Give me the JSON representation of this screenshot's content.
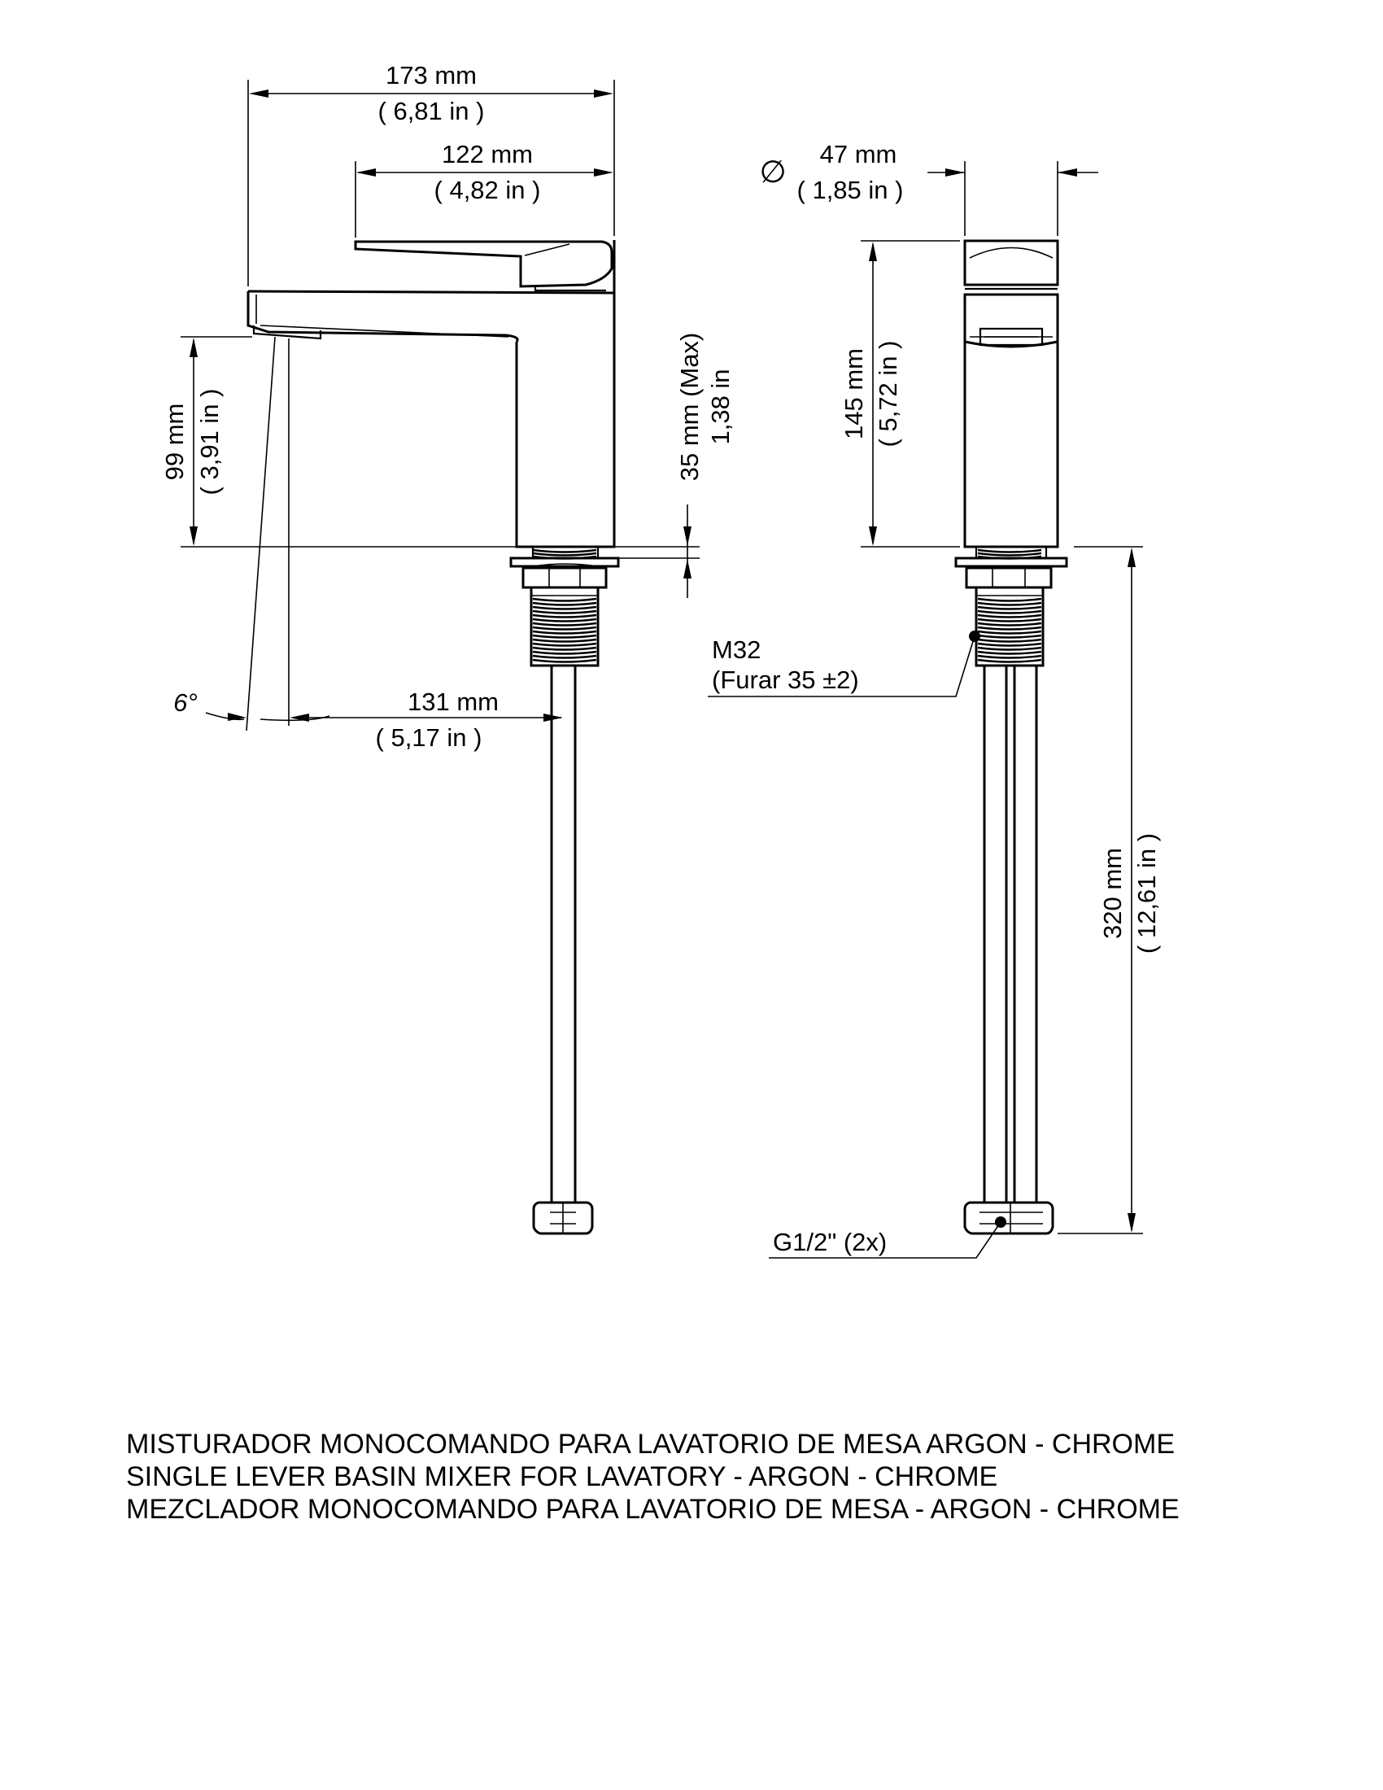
{
  "side_view": {
    "width_total": {
      "mm": "173 mm",
      "in": "( 6,81 in )"
    },
    "lever_length": {
      "mm": "122 mm",
      "in": "( 4,82 in )"
    },
    "spout_height": {
      "mm": "99 mm",
      "in": "( 3,91 in )"
    },
    "deck_thickness": {
      "mm": "35 mm (Max)",
      "in": "1,38 in"
    },
    "spout_reach": {
      "mm": "131 mm",
      "in": "( 5,17 in )"
    },
    "spout_angle": "6°"
  },
  "front_view": {
    "diameter_symbol": "∅",
    "diameter": {
      "mm": "47 mm",
      "in": "( 1,85 in )"
    },
    "body_height": {
      "mm": "145 mm",
      "in": "( 5,72 in )"
    },
    "hose_length": {
      "mm": "320 mm",
      "in": "( 12,61 in )"
    },
    "thread_note": {
      "line1": "M32",
      "line2": "(Furar 35 ±2)"
    },
    "hose_connection": "G1/2\" (2x)"
  },
  "titles": [
    "MISTURADOR MONOCOMANDO PARA LAVATORIO DE MESA ARGON - CHROME",
    "SINGLE LEVER BASIN MIXER FOR LAVATORY - ARGON - CHROME",
    "MEZCLADOR MONOCOMANDO PARA LAVATORIO DE MESA - ARGON - CHROME"
  ]
}
